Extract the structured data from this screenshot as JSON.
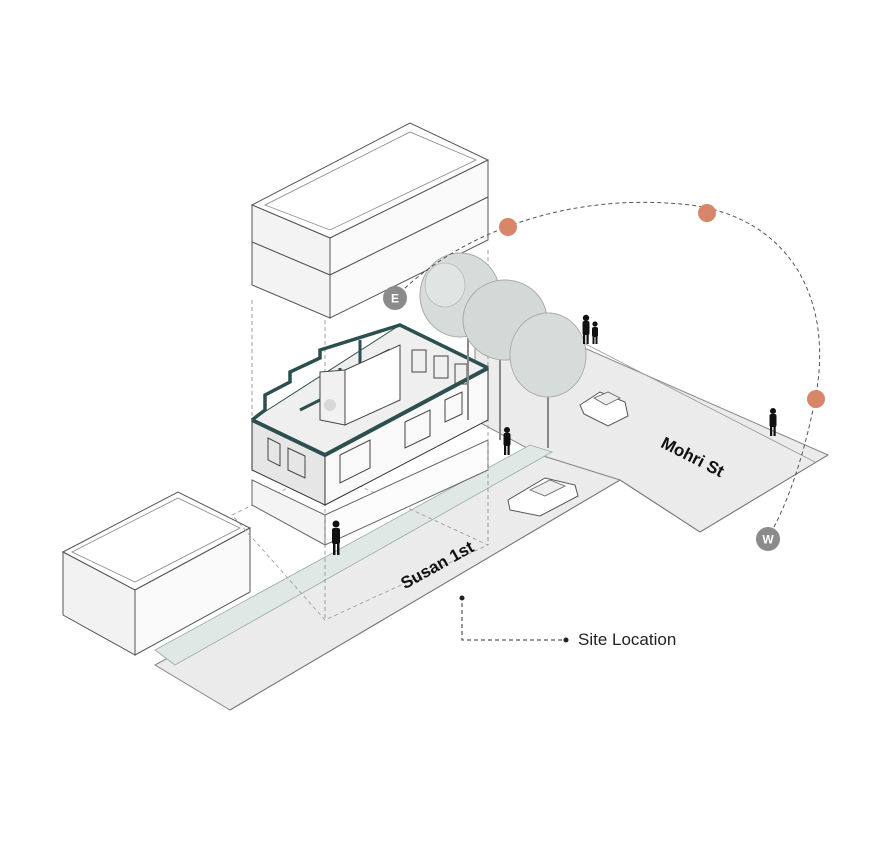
{
  "streets": {
    "susan": "Susan 1st",
    "mohri": "Mohri St"
  },
  "site_label": "Site Location",
  "sun_path": {
    "east_label": "E",
    "west_label": "W",
    "sun_color": "#d7866a",
    "marker_color": "#8b8b8b"
  },
  "colors": {
    "wall_accent": "#2c4f4f",
    "ground": "#ebebeb",
    "sidewalk_strip": "#dfe8e5",
    "outline": "#444444"
  }
}
